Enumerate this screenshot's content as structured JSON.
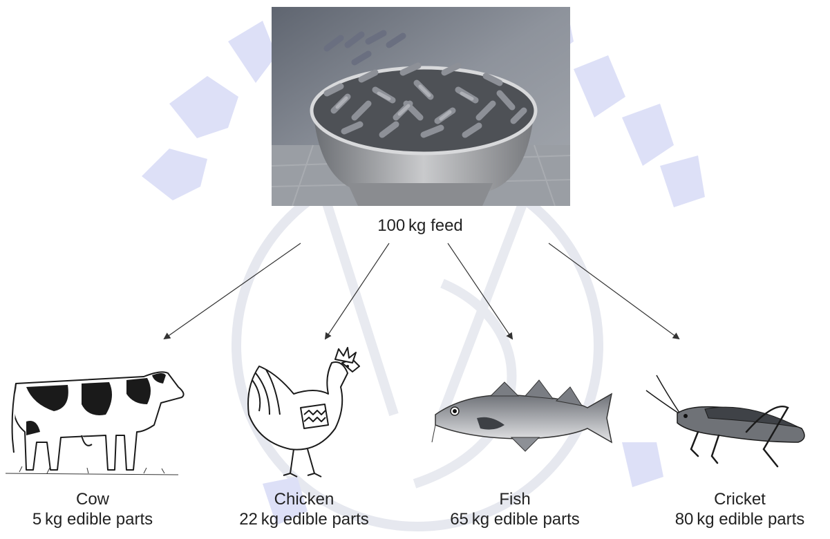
{
  "feed": {
    "label": "100 kg feed",
    "image_icon": "feed-pellets-bucket-photo"
  },
  "animals": [
    {
      "name": "Cow",
      "yield": "5 kg edible parts",
      "icon": "cow-illustration"
    },
    {
      "name": "Chicken",
      "yield": "22 kg edible parts",
      "icon": "chicken-illustration"
    },
    {
      "name": "Fish",
      "yield": "65 kg edible parts",
      "icon": "fish-illustration"
    },
    {
      "name": "Cricket",
      "yield": "80 kg edible parts",
      "icon": "cricket-illustration"
    }
  ],
  "colors": {
    "watermark": "#dde0f7",
    "arrow": "#333333",
    "text": "#222222"
  }
}
